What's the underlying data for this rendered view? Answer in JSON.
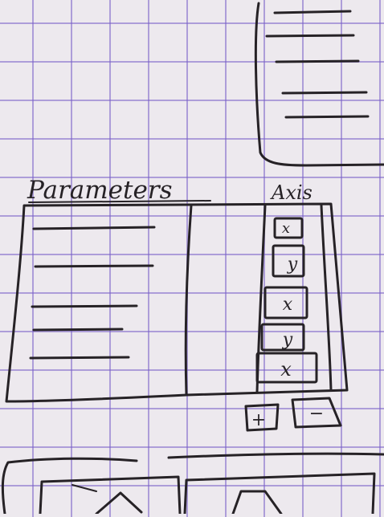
{
  "parameters_panel": {
    "title": "Parameters",
    "rows": 5
  },
  "axis_panel": {
    "title": "Axis",
    "buttons": [
      {
        "label": "x"
      },
      {
        "label": "y"
      },
      {
        "label": "x"
      },
      {
        "label": "y"
      },
      {
        "label": "x"
      }
    ],
    "add_label": "+",
    "remove_label": "−"
  },
  "colors": {
    "ink": "#262226",
    "paper": "#ede9ee",
    "grid": "#7c60c8"
  }
}
